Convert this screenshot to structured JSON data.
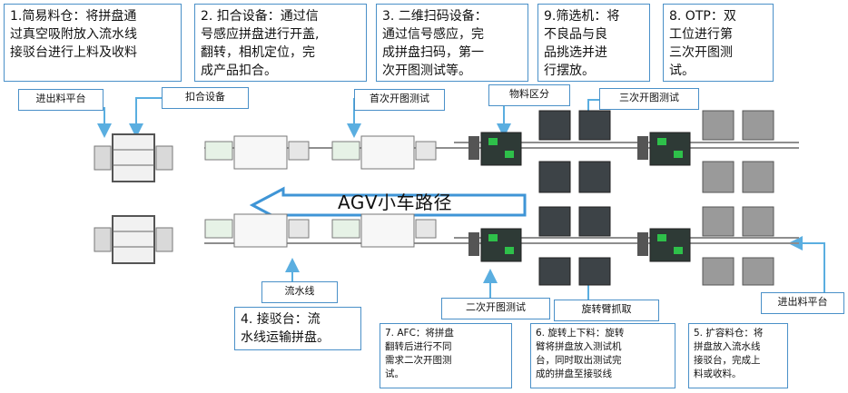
{
  "descriptions": {
    "d1": "1.简易料仓：将拼盘通\n过真空吸附放入流水线\n接驳台进行上料及收料",
    "d2": "2. 扣合设备：通过信\n号感应拼盘进行开盖,\n翻转，相机定位，完\n成产品扣合。",
    "d3": "3. 二维扫码设备：\n通过信号感应，完\n成拼盘扫码，第一\n次开图测试等。",
    "d9": "9.筛选机：将\n不良品与良\n品挑选并进\n行摆放。",
    "d8": "8. OTP：双\n工位进行第\n三次开图测\n试。",
    "d4": "4. 接驳台：流\n水线运输拼盘。",
    "d7": "7. AFC：将拼盘\n翻转后进行不同\n需求二次开图测\n试。",
    "d6": "6. 旋转上下料：旋转\n臂将拼盘放入测试机\n台，同时取出测试完\n成的拼盘至接驳线",
    "d5": "5. 扩容料仓：将\n拼盘放入流水线\n接驳台，完成上\n料或收料。"
  },
  "labels": {
    "in_out_platform_left": "进出料平台",
    "fastening_device": "扣合设备",
    "first_test": "首次开图测试",
    "material_zone": "物料区分",
    "third_test": "三次开图测试",
    "assembly_line": "流水线",
    "second_test": "二次开图测试",
    "rotary_arm": "旋转臂抓取",
    "in_out_platform_right": "进出料平台"
  },
  "agv_route": "AGV小车路径",
  "colors": {
    "box_border": "#4a90c8",
    "arrow": "#5aaee0",
    "agv_arrow": "#3f95d6"
  }
}
